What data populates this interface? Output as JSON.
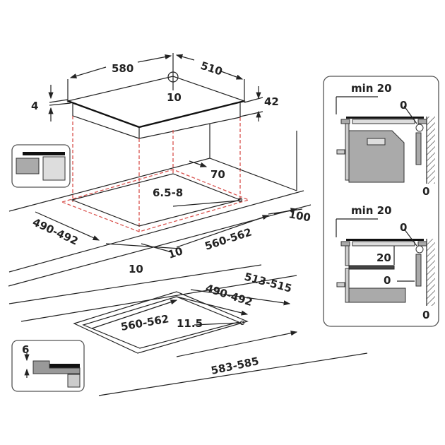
{
  "top_view": {
    "width": "580",
    "depth": "510",
    "corner_radius": "10",
    "glass_thickness": "4",
    "total_height": "42"
  },
  "cutout_countertop": {
    "rear_clearance": "70",
    "countertop_thickness": "6.5-8",
    "front_clearance": "100",
    "cutout_depth": "490-492",
    "cutout_width": "560-562",
    "side_offset_a": "10",
    "side_offset_b": "10"
  },
  "flush_mount": {
    "outer_depth": "513-515",
    "inner_depth": "490-492",
    "inner_width": "560-562",
    "corner_radius": "11.5",
    "outer_width": "583-585",
    "rebate_depth": "6"
  },
  "side_panels": {
    "oven": {
      "top_gap": "min 20",
      "rear_gap": "0",
      "wall_gap": "0"
    },
    "drawer": {
      "top_gap": "min 20",
      "rear_gap": "0",
      "drawer_gap": "20",
      "drawer_rear_gap": "0",
      "wall_gap": "0"
    }
  }
}
